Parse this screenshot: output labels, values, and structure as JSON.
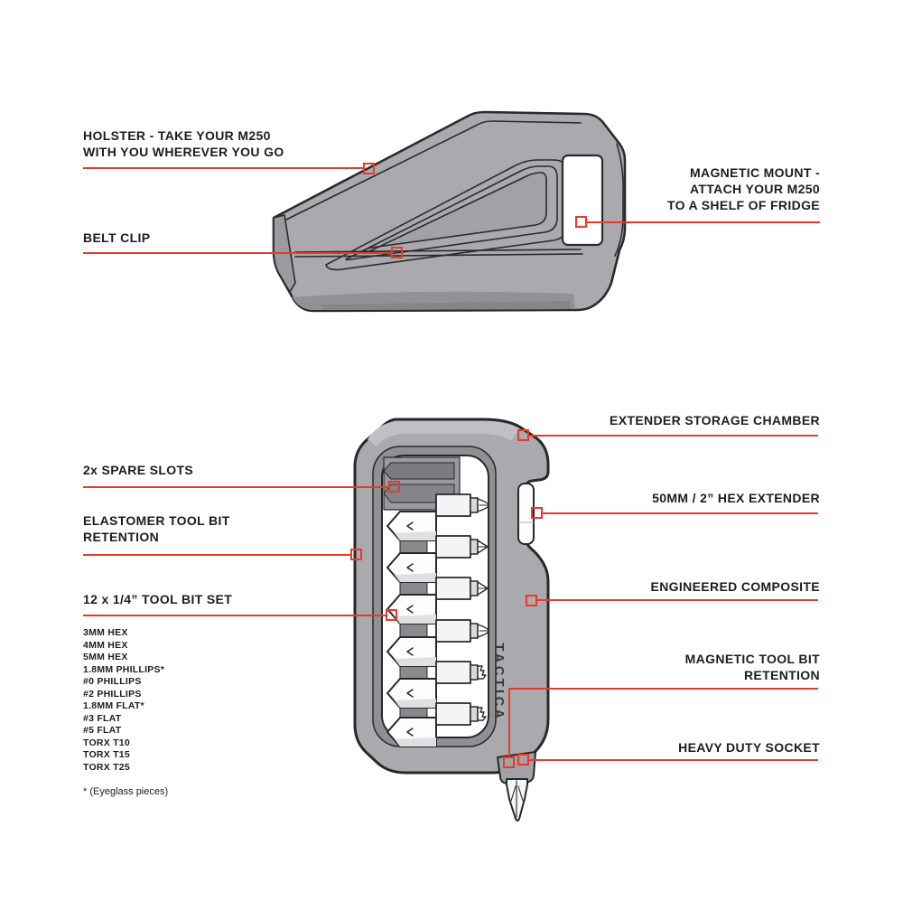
{
  "palette": {
    "accent": "#e8392b",
    "ink": "#1d1d1f",
    "body_gray": "#aaaaae",
    "body_dark": "#909094",
    "outline": "#28282a",
    "white": "#ffffff"
  },
  "holster": {
    "labels": {
      "holster": "HOLSTER - TAKE YOUR M250\nWITH YOU WHEREVER YOU GO",
      "belt_clip": "BELT CLIP",
      "magnetic_mount": "MAGNETIC MOUNT -\nATTACH YOUR M250\nTO A SHELF OF FRIDGE"
    }
  },
  "tool": {
    "brand": "TACTICA",
    "labels": {
      "extender_storage": "EXTENDER STORAGE CHAMBER",
      "spare_slots": "2x SPARE SLOTS",
      "hex_extender": "50MM / 2” HEX EXTENDER",
      "elastomer": "ELASTOMER TOOL BIT\nRETENTION",
      "composite": "ENGINEERED COMPOSITE",
      "bit_set": "12 x 1/4” TOOL BIT SET",
      "magnetic_retention": "MAGNETIC TOOL BIT\nRETENTION",
      "socket": "HEAVY DUTY SOCKET"
    },
    "bits": [
      "3MM HEX",
      "4MM HEX",
      "5MM HEX",
      "1.8MM PHILLIPS*",
      "#0 PHILLIPS",
      "#2 PHILLIPS",
      "1.8MM FLAT*",
      "#3 FLAT",
      "#5 FLAT",
      "TORX T10",
      "TORX T15",
      "TORX T25"
    ],
    "footnote": "* (Eyeglass pieces)"
  }
}
